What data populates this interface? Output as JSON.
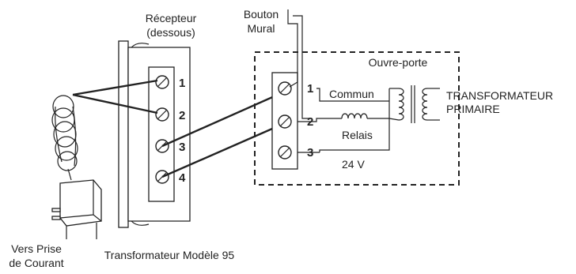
{
  "labels": {
    "receiver": [
      "Récepteur",
      "(dessous)"
    ],
    "wall_button": [
      "Bouton",
      "Mural"
    ],
    "opener": "Ouvre-porte",
    "common": "Commun",
    "relay": "Relais",
    "voltage": "24 V",
    "transformer_primary": [
      "TRANSFORMATEUR",
      "PRIMAIRE"
    ],
    "outlet": [
      "Vers Prise",
      "de Courant"
    ],
    "model_transformer": "Transformateur Modèle 95"
  },
  "receiver_terminals": [
    "1",
    "2",
    "3",
    "4"
  ],
  "opener_terminals": [
    "1",
    "2",
    "3"
  ]
}
